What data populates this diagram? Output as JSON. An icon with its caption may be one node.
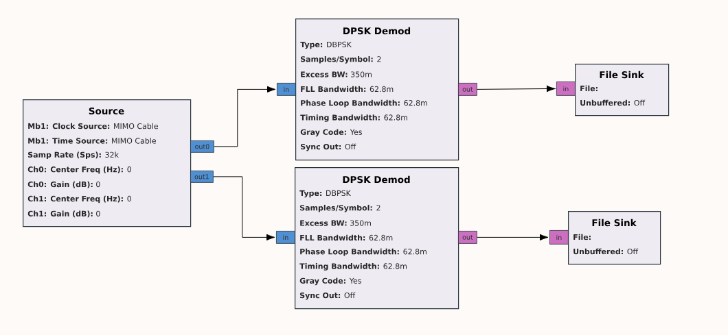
{
  "diagram": {
    "nodes": [
      {
        "text": [
          "Source",
          "**Mb1: Clock Source:** MIMO Cable",
          "**Mb1: Time Source:** MIMO Cable",
          "**Samp Rate (Sps):** 32k",
          "**Ch0: Center Freq (Hz):** 0",
          "**Ch0: Gain (dB):** 0",
          "**Ch1: Center Freq (Hz):** 0",
          "**Ch1: Gain (dB):** 0"
        ]
      },
      {
        "text": [
          "out0"
        ]
      },
      {
        "text": [
          "out1"
        ]
      },
      {
        "text": [
          "DPSK Demod",
          "**Type:** DBPSK",
          "**Samples/Symbol:** 2",
          "**Excess BW:** 350m",
          "**FLL Bandwidth:** 62.8m",
          "**Phase Loop Bandwidth:** 62.8m",
          "**Timing Bandwidth:** 62.8m",
          "**Gray Code:** Yes",
          "**Sync Out:** Off"
        ]
      },
      {
        "text": [
          "in"
        ]
      },
      {
        "text": [
          "out"
        ]
      },
      {
        "text": [
          "File Sink",
          "**File:**",
          "**Unbuffered:** Off"
        ]
      },
      {
        "text": [
          "in"
        ]
      },
      {
        "text": [
          "DPSK Demod",
          "**Type:** DBPSK",
          "**Samples/Symbol:** 2",
          "**Excess BW:** 350m",
          "**FLL Bandwidth:** 62.8m",
          "**Phase Loop Bandwidth:** 62.8m",
          "**Timing Bandwidth:** 62.8m",
          "**Gray Code:** Yes",
          "**Sync Out:** Off"
        ]
      },
      {
        "text": [
          "in"
        ]
      },
      {
        "text": [
          "out"
        ]
      },
      {
        "text": [
          "File Sink",
          "**File:**",
          "**Unbuffered:** Off"
        ]
      },
      {
        "text": [
          "in"
        ]
      }
    ],
    "edges": [
      {
        "from": 1,
        "to": 4,
        "arrow": "to"
      },
      {
        "from": 5,
        "to": 7,
        "arrow": "to"
      },
      {
        "from": 2,
        "to": 9,
        "arrow": "to"
      },
      {
        "from": 10,
        "to": 12,
        "arrow": "to"
      }
    ]
  }
}
